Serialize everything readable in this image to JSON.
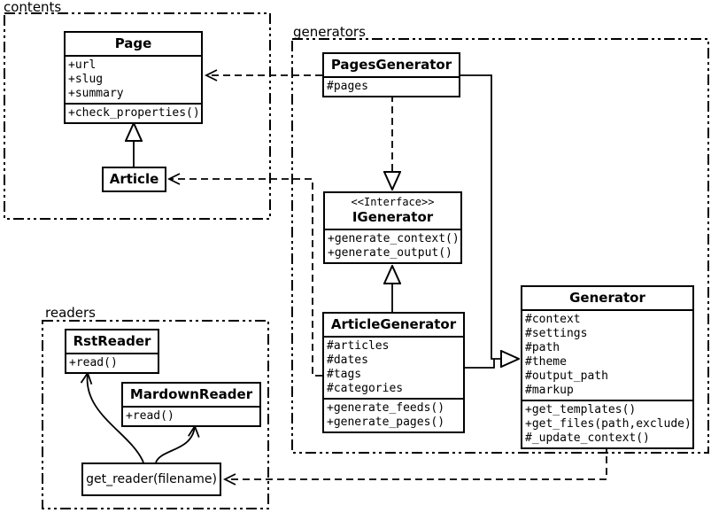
{
  "diagram": {
    "kind": "uml-class-diagram",
    "background_color": "#ffffff",
    "line_color": "#000000"
  },
  "packages": {
    "contents": {
      "label": "contents"
    },
    "generators": {
      "label": "generators"
    },
    "readers": {
      "label": "readers"
    }
  },
  "classes": {
    "page": {
      "title": "Page",
      "attributes": [
        "+url",
        "+slug",
        "+summary"
      ],
      "methods": [
        "+check_properties()"
      ]
    },
    "article": {
      "title": "Article"
    },
    "pages_generator": {
      "title": "PagesGenerator",
      "attributes": [
        "#pages"
      ]
    },
    "igenerator": {
      "stereotype": "<<Interface>>",
      "title": "IGenerator",
      "methods": [
        "+generate_context()",
        "+generate_output()"
      ]
    },
    "article_generator": {
      "title": "ArticleGenerator",
      "attributes": [
        "#articles",
        "#dates",
        "#tags",
        "#categories"
      ],
      "methods": [
        "+generate_feeds()",
        "+generate_pages()"
      ]
    },
    "generator": {
      "title": "Generator",
      "attributes": [
        "#context",
        "#settings",
        "#path",
        "#theme",
        "#output_path",
        "#markup"
      ],
      "methods": [
        "+get_templates()",
        "+get_files(path,exclude)",
        "#_update_context()"
      ]
    },
    "rst_reader": {
      "title": "RstReader",
      "methods": [
        "+read()"
      ]
    },
    "mardown_reader": {
      "title": "MardownReader",
      "methods": [
        "+read()"
      ]
    },
    "get_reader": {
      "title": "get_reader(filename)"
    }
  },
  "relationships": [
    {
      "from": "Article",
      "to": "Page",
      "type": "inheritance"
    },
    {
      "from": "PagesGenerator",
      "to": "IGenerator",
      "type": "realization-dashed"
    },
    {
      "from": "ArticleGenerator",
      "to": "IGenerator",
      "type": "inheritance"
    },
    {
      "from": "PagesGenerator",
      "to": "Generator",
      "type": "inheritance"
    },
    {
      "from": "ArticleGenerator",
      "to": "Generator",
      "type": "inheritance"
    },
    {
      "from": "PagesGenerator",
      "to": "Page",
      "type": "dependency-dashed"
    },
    {
      "from": "ArticleGenerator",
      "to": "Article",
      "type": "dependency-dashed"
    },
    {
      "from": "Generator",
      "to": "get_reader(filename)",
      "type": "dependency-dashed"
    },
    {
      "from": "get_reader(filename)",
      "to": "RstReader",
      "type": "arrow-curved"
    },
    {
      "from": "get_reader(filename)",
      "to": "MardownReader",
      "type": "arrow-curved"
    }
  ]
}
